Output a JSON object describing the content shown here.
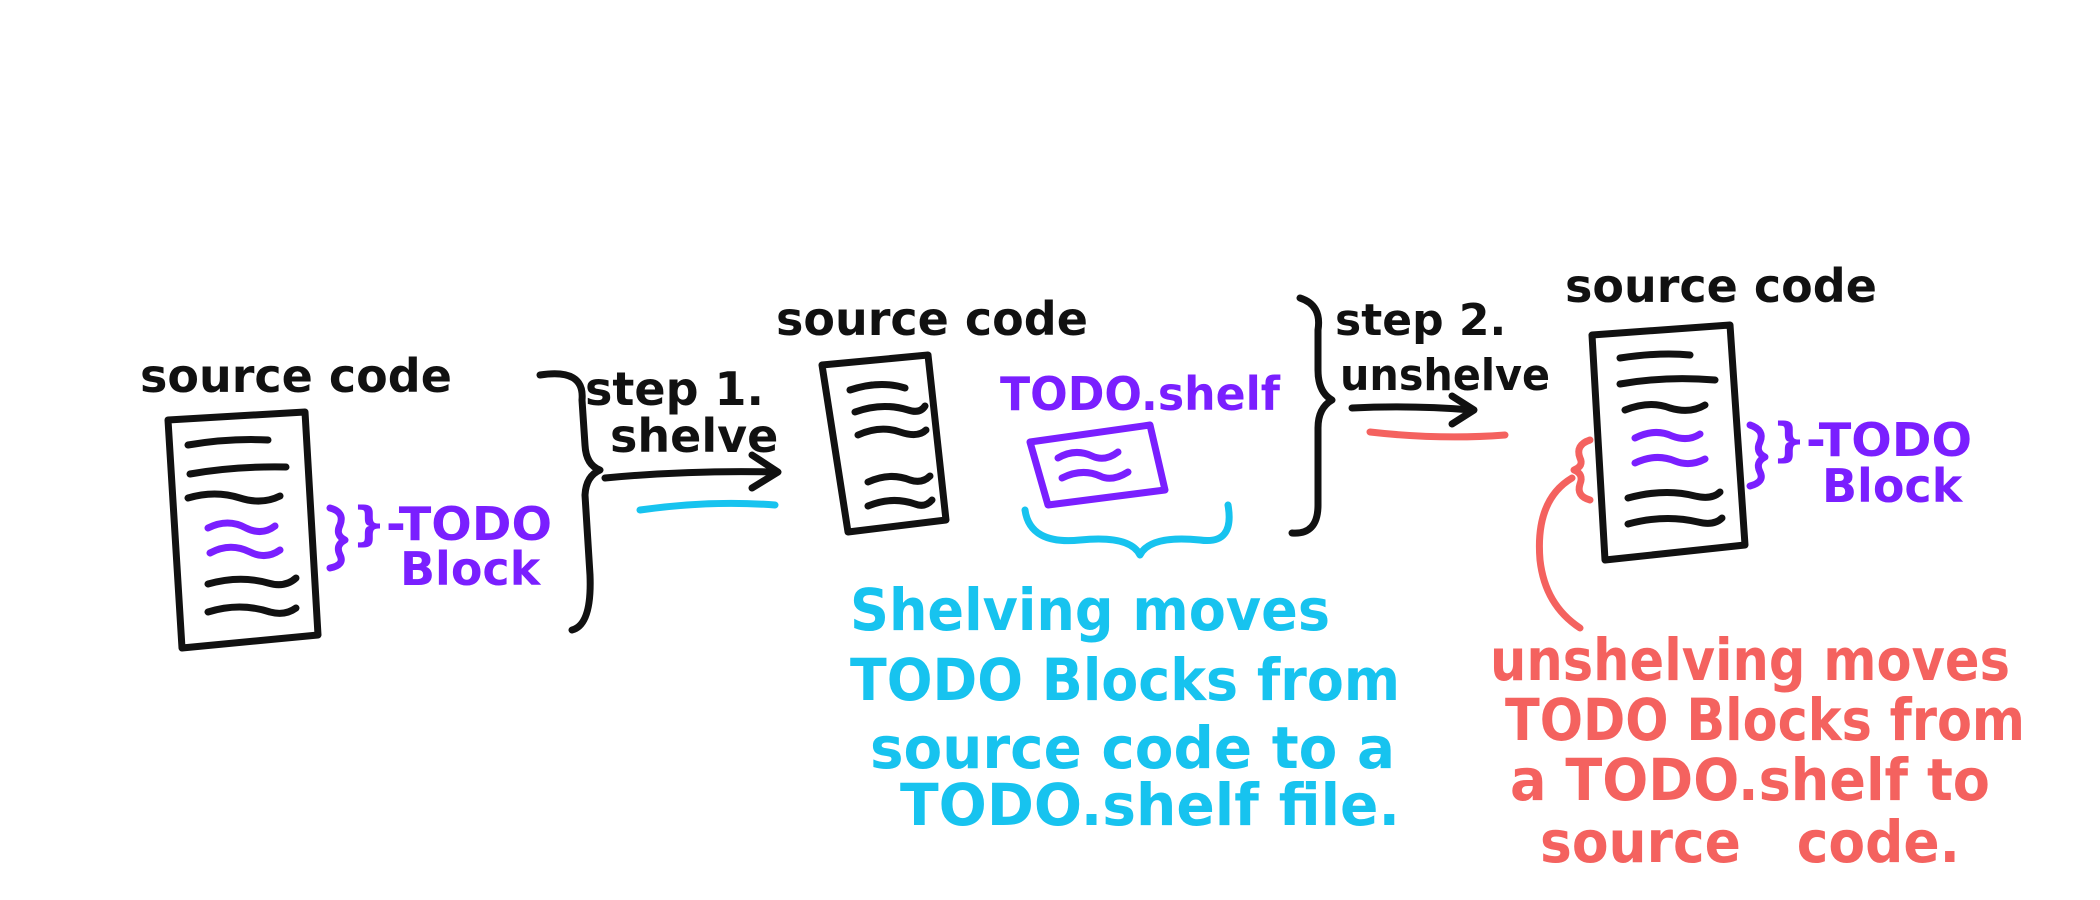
{
  "diagram": {
    "colors": {
      "ink": "#111111",
      "todo": "#7a1fff",
      "shelve": "#17c3ef",
      "unshelve": "#f4625f"
    },
    "stage1": {
      "title": "source code",
      "brace_label_line1": "}-TODO",
      "brace_label_line2": "Block"
    },
    "step1": {
      "label_line1": "step 1.",
      "label_line2": "shelve"
    },
    "stage2": {
      "title": "source code",
      "shelf_title": "TODO.shelf"
    },
    "step2": {
      "label_line1": "step 2.",
      "label_line2": "unshelve"
    },
    "stage3": {
      "title": "source code",
      "brace_label_line1": "}-TODO",
      "brace_label_line2": "Block"
    },
    "notes": {
      "shelving": [
        "Shelving moves",
        "TODO Blocks from",
        "source code to a",
        "TODO.shelf file."
      ],
      "unshelving": [
        "unshelving moves",
        "TODO Blocks from",
        "a TODO.shelf to",
        "source   code."
      ]
    }
  }
}
